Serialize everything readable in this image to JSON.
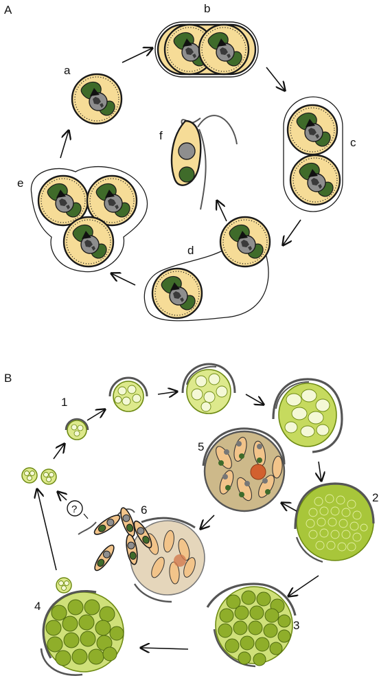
{
  "panels": [
    {
      "label": "A",
      "stage_labels": [
        "a",
        "b",
        "c",
        "d",
        "e",
        "f"
      ]
    },
    {
      "label": "B",
      "stage_labels": [
        "1",
        "2",
        "3",
        "4",
        "5",
        "6"
      ],
      "question_mark": "?"
    }
  ],
  "colors": {
    "cell_fill": "#f6dc97",
    "cell_border": "#1a1a1a",
    "chloroplast": "#3f6b2a",
    "nucleus": "#8e8e8e",
    "outline": "#222222",
    "sheath_grey": "#666666",
    "algal_cell_fill": "#dde98c",
    "algal_cell_stroke": "#6d8a12",
    "sporangium_fill": "#a8c63a",
    "zoospore_body": "#f2c48a",
    "red_body": "#d2602f"
  },
  "icons": [
    "arrow-icon",
    "flagellum-icon",
    "question-circle-icon"
  ]
}
